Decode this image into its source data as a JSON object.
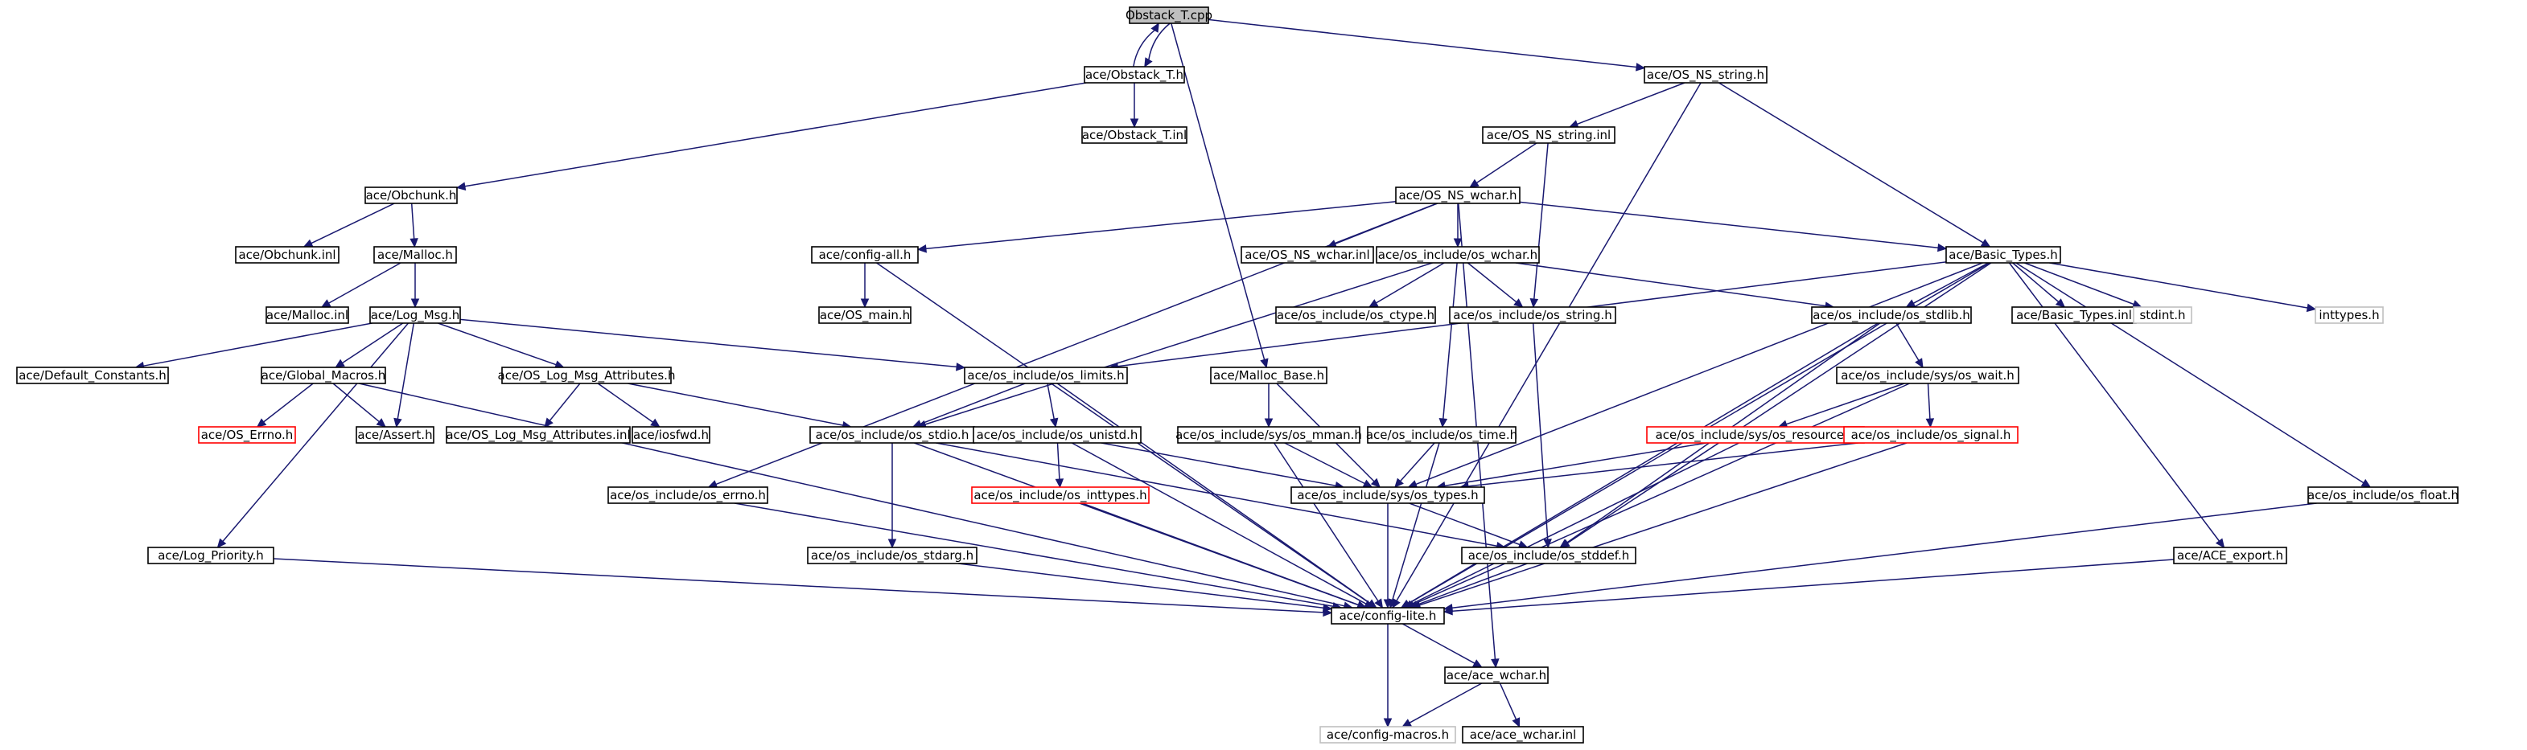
{
  "colors": {
    "edge": "#191970",
    "node_border": "#000000",
    "root_fill": "#bfbfbf",
    "unresolved_border": "#ff0000",
    "external_border": "#bfbfbf",
    "external_text": "#808080"
  },
  "nodes": [
    {
      "id": "obstack_t_cpp",
      "label": "Obstack_T.cpp",
      "kind": "root"
    },
    {
      "id": "obstack_t_h",
      "label": "ace/Obstack_T.h",
      "kind": "normal"
    },
    {
      "id": "obstack_t_inl",
      "label": "ace/Obstack_T.inl",
      "kind": "normal"
    },
    {
      "id": "os_ns_string_h",
      "label": "ace/OS_NS_string.h",
      "kind": "normal"
    },
    {
      "id": "os_ns_string_inl",
      "label": "ace/OS_NS_string.inl",
      "kind": "normal"
    },
    {
      "id": "os_ns_wchar_h",
      "label": "ace/OS_NS_wchar.h",
      "kind": "normal"
    },
    {
      "id": "obchunk_h",
      "label": "ace/Obchunk.h",
      "kind": "normal"
    },
    {
      "id": "obchunk_inl",
      "label": "ace/Obchunk.inl",
      "kind": "normal"
    },
    {
      "id": "malloc_h",
      "label": "ace/Malloc.h",
      "kind": "normal"
    },
    {
      "id": "malloc_inl",
      "label": "ace/Malloc.inl",
      "kind": "normal"
    },
    {
      "id": "log_msg_h",
      "label": "ace/Log_Msg.h",
      "kind": "normal"
    },
    {
      "id": "config_all_h",
      "label": "ace/config-all.h",
      "kind": "normal"
    },
    {
      "id": "os_main_h",
      "label": "ace/OS_main.h",
      "kind": "normal"
    },
    {
      "id": "os_ns_wchar_inl",
      "label": "ace/OS_NS_wchar.inl",
      "kind": "normal"
    },
    {
      "id": "os_wchar_h",
      "label": "ace/os_include/os_wchar.h",
      "kind": "normal"
    },
    {
      "id": "os_ctype_h",
      "label": "ace/os_include/os_ctype.h",
      "kind": "normal"
    },
    {
      "id": "os_string_h",
      "label": "ace/os_include/os_string.h",
      "kind": "normal"
    },
    {
      "id": "basic_types_h",
      "label": "ace/Basic_Types.h",
      "kind": "normal"
    },
    {
      "id": "os_stdlib_h",
      "label": "ace/os_include/os_stdlib.h",
      "kind": "normal"
    },
    {
      "id": "basic_types_inl",
      "label": "ace/Basic_Types.inl",
      "kind": "normal"
    },
    {
      "id": "stdint_h",
      "label": "stdint.h",
      "kind": "external"
    },
    {
      "id": "inttypes_h",
      "label": "inttypes.h",
      "kind": "external"
    },
    {
      "id": "default_constants_h",
      "label": "ace/Default_Constants.h",
      "kind": "normal"
    },
    {
      "id": "global_macros_h",
      "label": "ace/Global_Macros.h",
      "kind": "normal"
    },
    {
      "id": "os_errno_h_ace",
      "label": "ace/OS_Errno.h",
      "kind": "unresolved"
    },
    {
      "id": "assert_h",
      "label": "ace/Assert.h",
      "kind": "normal"
    },
    {
      "id": "os_log_msg_attributes_h",
      "label": "ace/OS_Log_Msg_Attributes.h",
      "kind": "normal"
    },
    {
      "id": "os_log_msg_attributes_inl",
      "label": "ace/OS_Log_Msg_Attributes.inl",
      "kind": "normal"
    },
    {
      "id": "iosfwd_h",
      "label": "ace/iosfwd.h",
      "kind": "normal"
    },
    {
      "id": "os_limits_h",
      "label": "ace/os_include/os_limits.h",
      "kind": "normal"
    },
    {
      "id": "malloc_base_h",
      "label": "ace/Malloc_Base.h",
      "kind": "normal"
    },
    {
      "id": "os_sys_wait_h",
      "label": "ace/os_include/sys/os_wait.h",
      "kind": "normal"
    },
    {
      "id": "os_stdio_h",
      "label": "ace/os_include/os_stdio.h",
      "kind": "normal"
    },
    {
      "id": "os_unistd_h",
      "label": "ace/os_include/os_unistd.h",
      "kind": "normal"
    },
    {
      "id": "os_sys_mman_h",
      "label": "ace/os_include/sys/os_mman.h",
      "kind": "normal"
    },
    {
      "id": "os_time_h",
      "label": "ace/os_include/os_time.h",
      "kind": "normal"
    },
    {
      "id": "os_sys_resource_h",
      "label": "ace/os_include/sys/os_resource.h",
      "kind": "unresolved"
    },
    {
      "id": "os_signal_h",
      "label": "ace/os_include/os_signal.h",
      "kind": "unresolved"
    },
    {
      "id": "os_errno_h",
      "label": "ace/os_include/os_errno.h",
      "kind": "normal"
    },
    {
      "id": "os_inttypes_h",
      "label": "ace/os_include/os_inttypes.h",
      "kind": "unresolved"
    },
    {
      "id": "os_sys_types_h",
      "label": "ace/os_include/sys/os_types.h",
      "kind": "normal"
    },
    {
      "id": "os_float_h",
      "label": "ace/os_include/os_float.h",
      "kind": "normal"
    },
    {
      "id": "log_priority_h",
      "label": "ace/Log_Priority.h",
      "kind": "normal"
    },
    {
      "id": "os_stdarg_h",
      "label": "ace/os_include/os_stdarg.h",
      "kind": "normal"
    },
    {
      "id": "os_stddef_h",
      "label": "ace/os_include/os_stddef.h",
      "kind": "normal"
    },
    {
      "id": "ace_export_h",
      "label": "ace/ACE_export.h",
      "kind": "normal"
    },
    {
      "id": "config_lite_h",
      "label": "ace/config-lite.h",
      "kind": "normal"
    },
    {
      "id": "ace_wchar_h",
      "label": "ace/ace_wchar.h",
      "kind": "normal"
    },
    {
      "id": "config_macros_h",
      "label": "ace/config-macros.h",
      "kind": "external"
    },
    {
      "id": "ace_wchar_inl",
      "label": "ace/ace_wchar.inl",
      "kind": "normal"
    }
  ],
  "edges": [
    {
      "from": "obstack_t_cpp",
      "to": "obstack_t_h"
    },
    {
      "from": "obstack_t_h",
      "to": "obstack_t_cpp"
    },
    {
      "from": "obstack_t_cpp",
      "to": "os_ns_string_h"
    },
    {
      "from": "obstack_t_cpp",
      "to": "malloc_base_h"
    },
    {
      "from": "obstack_t_h",
      "to": "obstack_t_inl"
    },
    {
      "from": "obstack_t_h",
      "to": "obchunk_h"
    },
    {
      "from": "os_ns_string_h",
      "to": "os_ns_string_inl"
    },
    {
      "from": "os_ns_string_h",
      "to": "basic_types_h"
    },
    {
      "from": "os_ns_string_h",
      "to": "config_lite_h"
    },
    {
      "from": "os_ns_string_inl",
      "to": "os_ns_wchar_h"
    },
    {
      "from": "os_ns_string_inl",
      "to": "os_string_h"
    },
    {
      "from": "os_ns_wchar_h",
      "to": "config_all_h"
    },
    {
      "from": "os_ns_wchar_h",
      "to": "os_ns_wchar_inl"
    },
    {
      "from": "os_ns_wchar_h",
      "to": "os_wchar_h"
    },
    {
      "from": "os_ns_wchar_h",
      "to": "basic_types_h"
    },
    {
      "from": "os_ns_wchar_h",
      "to": "os_errno_h"
    },
    {
      "from": "os_ns_wchar_h",
      "to": "ace_wchar_h"
    },
    {
      "from": "obchunk_h",
      "to": "obchunk_inl"
    },
    {
      "from": "obchunk_h",
      "to": "malloc_h"
    },
    {
      "from": "malloc_h",
      "to": "malloc_inl"
    },
    {
      "from": "malloc_h",
      "to": "log_msg_h"
    },
    {
      "from": "log_msg_h",
      "to": "default_constants_h"
    },
    {
      "from": "log_msg_h",
      "to": "global_macros_h"
    },
    {
      "from": "log_msg_h",
      "to": "assert_h"
    },
    {
      "from": "log_msg_h",
      "to": "os_log_msg_attributes_h"
    },
    {
      "from": "log_msg_h",
      "to": "os_limits_h"
    },
    {
      "from": "log_msg_h",
      "to": "log_priority_h"
    },
    {
      "from": "config_all_h",
      "to": "os_main_h"
    },
    {
      "from": "config_all_h",
      "to": "config_lite_h"
    },
    {
      "from": "os_wchar_h",
      "to": "os_ctype_h"
    },
    {
      "from": "os_wchar_h",
      "to": "os_string_h"
    },
    {
      "from": "os_wchar_h",
      "to": "os_stdlib_h"
    },
    {
      "from": "os_wchar_h",
      "to": "os_stdio_h"
    },
    {
      "from": "os_wchar_h",
      "to": "os_time_h"
    },
    {
      "from": "basic_types_h",
      "to": "os_limits_h"
    },
    {
      "from": "basic_types_h",
      "to": "os_stdlib_h"
    },
    {
      "from": "basic_types_h",
      "to": "basic_types_inl"
    },
    {
      "from": "basic_types_h",
      "to": "stdint_h"
    },
    {
      "from": "basic_types_h",
      "to": "inttypes_h"
    },
    {
      "from": "basic_types_h",
      "to": "os_sys_types_h"
    },
    {
      "from": "basic_types_h",
      "to": "os_float_h"
    },
    {
      "from": "basic_types_h",
      "to": "ace_export_h"
    },
    {
      "from": "basic_types_h",
      "to": "os_stddef_h"
    },
    {
      "from": "basic_types_h",
      "to": "config_lite_h"
    },
    {
      "from": "os_stdlib_h",
      "to": "os_sys_wait_h"
    },
    {
      "from": "os_stdlib_h",
      "to": "os_stddef_h"
    },
    {
      "from": "os_stdlib_h",
      "to": "config_lite_h"
    },
    {
      "from": "global_macros_h",
      "to": "os_errno_h_ace"
    },
    {
      "from": "global_macros_h",
      "to": "assert_h"
    },
    {
      "from": "global_macros_h",
      "to": "config_lite_h"
    },
    {
      "from": "os_log_msg_attributes_h",
      "to": "os_log_msg_attributes_inl"
    },
    {
      "from": "os_log_msg_attributes_h",
      "to": "iosfwd_h"
    },
    {
      "from": "os_log_msg_attributes_h",
      "to": "os_stdio_h"
    },
    {
      "from": "os_limits_h",
      "to": "os_stdio_h"
    },
    {
      "from": "os_limits_h",
      "to": "os_unistd_h"
    },
    {
      "from": "os_limits_h",
      "to": "config_lite_h"
    },
    {
      "from": "malloc_base_h",
      "to": "os_sys_mman_h"
    },
    {
      "from": "malloc_base_h",
      "to": "os_sys_types_h"
    },
    {
      "from": "os_sys_wait_h",
      "to": "os_sys_resource_h"
    },
    {
      "from": "os_sys_wait_h",
      "to": "os_signal_h"
    },
    {
      "from": "os_sys_wait_h",
      "to": "config_lite_h"
    },
    {
      "from": "os_stdio_h",
      "to": "os_stdarg_h"
    },
    {
      "from": "os_stdio_h",
      "to": "os_stddef_h"
    },
    {
      "from": "os_stdio_h",
      "to": "config_lite_h"
    },
    {
      "from": "os_unistd_h",
      "to": "os_inttypes_h"
    },
    {
      "from": "os_unistd_h",
      "to": "os_sys_types_h"
    },
    {
      "from": "os_unistd_h",
      "to": "config_lite_h"
    },
    {
      "from": "os_sys_mman_h",
      "to": "os_sys_types_h"
    },
    {
      "from": "os_sys_mman_h",
      "to": "config_lite_h"
    },
    {
      "from": "os_time_h",
      "to": "os_sys_types_h"
    },
    {
      "from": "os_time_h",
      "to": "config_lite_h"
    },
    {
      "from": "os_sys_resource_h",
      "to": "os_sys_types_h"
    },
    {
      "from": "os_sys_resource_h",
      "to": "config_lite_h"
    },
    {
      "from": "os_signal_h",
      "to": "os_sys_types_h"
    },
    {
      "from": "os_signal_h",
      "to": "config_lite_h"
    },
    {
      "from": "os_errno_h",
      "to": "config_lite_h"
    },
    {
      "from": "os_inttypes_h",
      "to": "config_lite_h"
    },
    {
      "from": "os_sys_types_h",
      "to": "os_stddef_h"
    },
    {
      "from": "os_sys_types_h",
      "to": "config_lite_h"
    },
    {
      "from": "os_string_h",
      "to": "os_stddef_h"
    },
    {
      "from": "os_float_h",
      "to": "config_lite_h"
    },
    {
      "from": "log_priority_h",
      "to": "config_lite_h"
    },
    {
      "from": "os_stdarg_h",
      "to": "config_lite_h"
    },
    {
      "from": "os_stddef_h",
      "to": "config_lite_h"
    },
    {
      "from": "ace_export_h",
      "to": "config_lite_h"
    },
    {
      "from": "config_lite_h",
      "to": "ace_wchar_h"
    },
    {
      "from": "config_lite_h",
      "to": "config_macros_h"
    },
    {
      "from": "ace_wchar_h",
      "to": "config_macros_h"
    },
    {
      "from": "ace_wchar_h",
      "to": "ace_wchar_inl"
    }
  ]
}
